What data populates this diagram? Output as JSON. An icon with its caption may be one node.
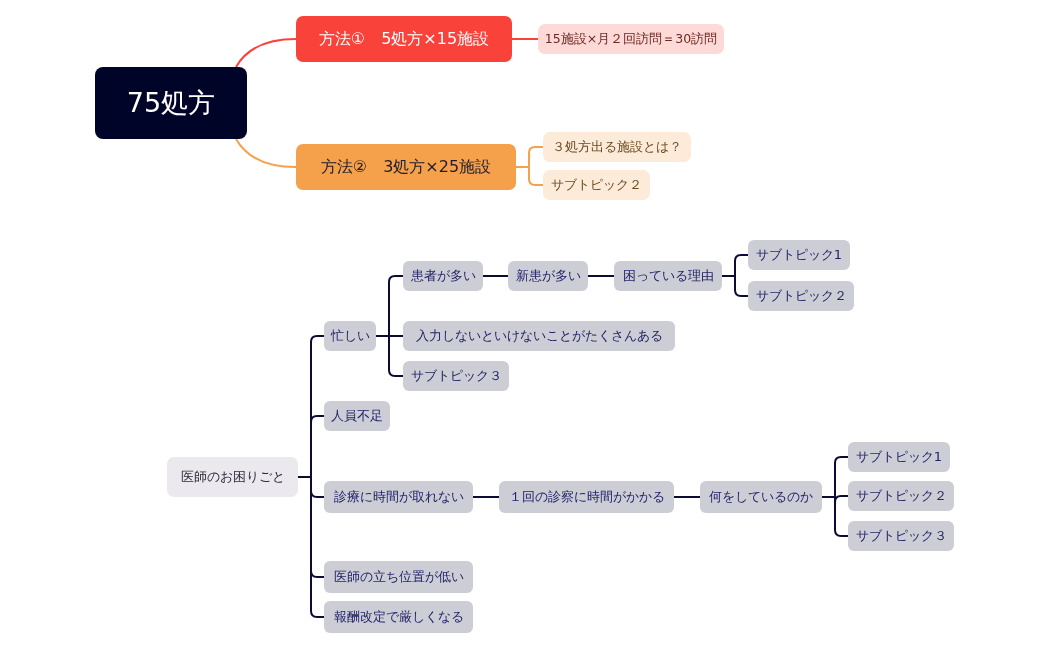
{
  "diagram": {
    "nodes": [
      {
        "text": [
          "75処方"
        ]
      },
      {
        "text": [
          "方法①　5処方×15施設"
        ]
      },
      {
        "text": [
          "15施設×月２回訪問＝30訪問"
        ]
      },
      {
        "text": [
          "方法②　3処方×25施設"
        ]
      },
      {
        "text": [
          "３処方出る施設とは？"
        ]
      },
      {
        "text": [
          "サブトピック２"
        ]
      },
      {
        "text": [
          "医師のお困りごと"
        ]
      },
      {
        "text": [
          "忙しい"
        ]
      },
      {
        "text": [
          "患者が多い"
        ]
      },
      {
        "text": [
          "新患が多い"
        ]
      },
      {
        "text": [
          "困っている理由"
        ]
      },
      {
        "text": [
          "サブトピック1"
        ]
      },
      {
        "text": [
          "サブトピック２"
        ]
      },
      {
        "text": [
          "入力しないといけないことがたくさんある"
        ]
      },
      {
        "text": [
          "サブトピック３"
        ]
      },
      {
        "text": [
          "人員不足"
        ]
      },
      {
        "text": [
          "診療に時間が取れない"
        ]
      },
      {
        "text": [
          "１回の診察に時間がかかる"
        ]
      },
      {
        "text": [
          "何をしているのか"
        ]
      },
      {
        "text": [
          "サブトピック1"
        ]
      },
      {
        "text": [
          "サブトピック２"
        ]
      },
      {
        "text": [
          "サブトピック３"
        ]
      },
      {
        "text": [
          "医師の立ち位置が低い"
        ]
      },
      {
        "text": [
          "報酬改定で厳しくなる"
        ]
      }
    ],
    "edges": [
      {
        "from": 0,
        "to": 1,
        "arrow": "none",
        "color": "#f9423a"
      },
      {
        "from": 1,
        "to": 2,
        "arrow": "none",
        "color": "#f9423a"
      },
      {
        "from": 0,
        "to": 3,
        "arrow": "none",
        "color": "#f5a04a"
      },
      {
        "from": 3,
        "to": 4,
        "arrow": "none",
        "color": "#f5a04a"
      },
      {
        "from": 3,
        "to": 5,
        "arrow": "none",
        "color": "#f5a04a"
      },
      {
        "from": 6,
        "to": 7,
        "arrow": "none"
      },
      {
        "from": 7,
        "to": 8,
        "arrow": "none"
      },
      {
        "from": 8,
        "to": 9,
        "arrow": "none"
      },
      {
        "from": 9,
        "to": 10,
        "arrow": "none"
      },
      {
        "from": 10,
        "to": 11,
        "arrow": "none"
      },
      {
        "from": 10,
        "to": 12,
        "arrow": "none"
      },
      {
        "from": 7,
        "to": 13,
        "arrow": "none"
      },
      {
        "from": 7,
        "to": 14,
        "arrow": "none"
      },
      {
        "from": 6,
        "to": 15,
        "arrow": "none"
      },
      {
        "from": 6,
        "to": 16,
        "arrow": "none"
      },
      {
        "from": 16,
        "to": 17,
        "arrow": "none"
      },
      {
        "from": 17,
        "to": 18,
        "arrow": "none"
      },
      {
        "from": 18,
        "to": 19,
        "arrow": "none"
      },
      {
        "from": 18,
        "to": 20,
        "arrow": "none"
      },
      {
        "from": 18,
        "to": 21,
        "arrow": "none"
      },
      {
        "from": 6,
        "to": 22,
        "arrow": "none"
      },
      {
        "from": 6,
        "to": 23,
        "arrow": "none"
      }
    ]
  }
}
